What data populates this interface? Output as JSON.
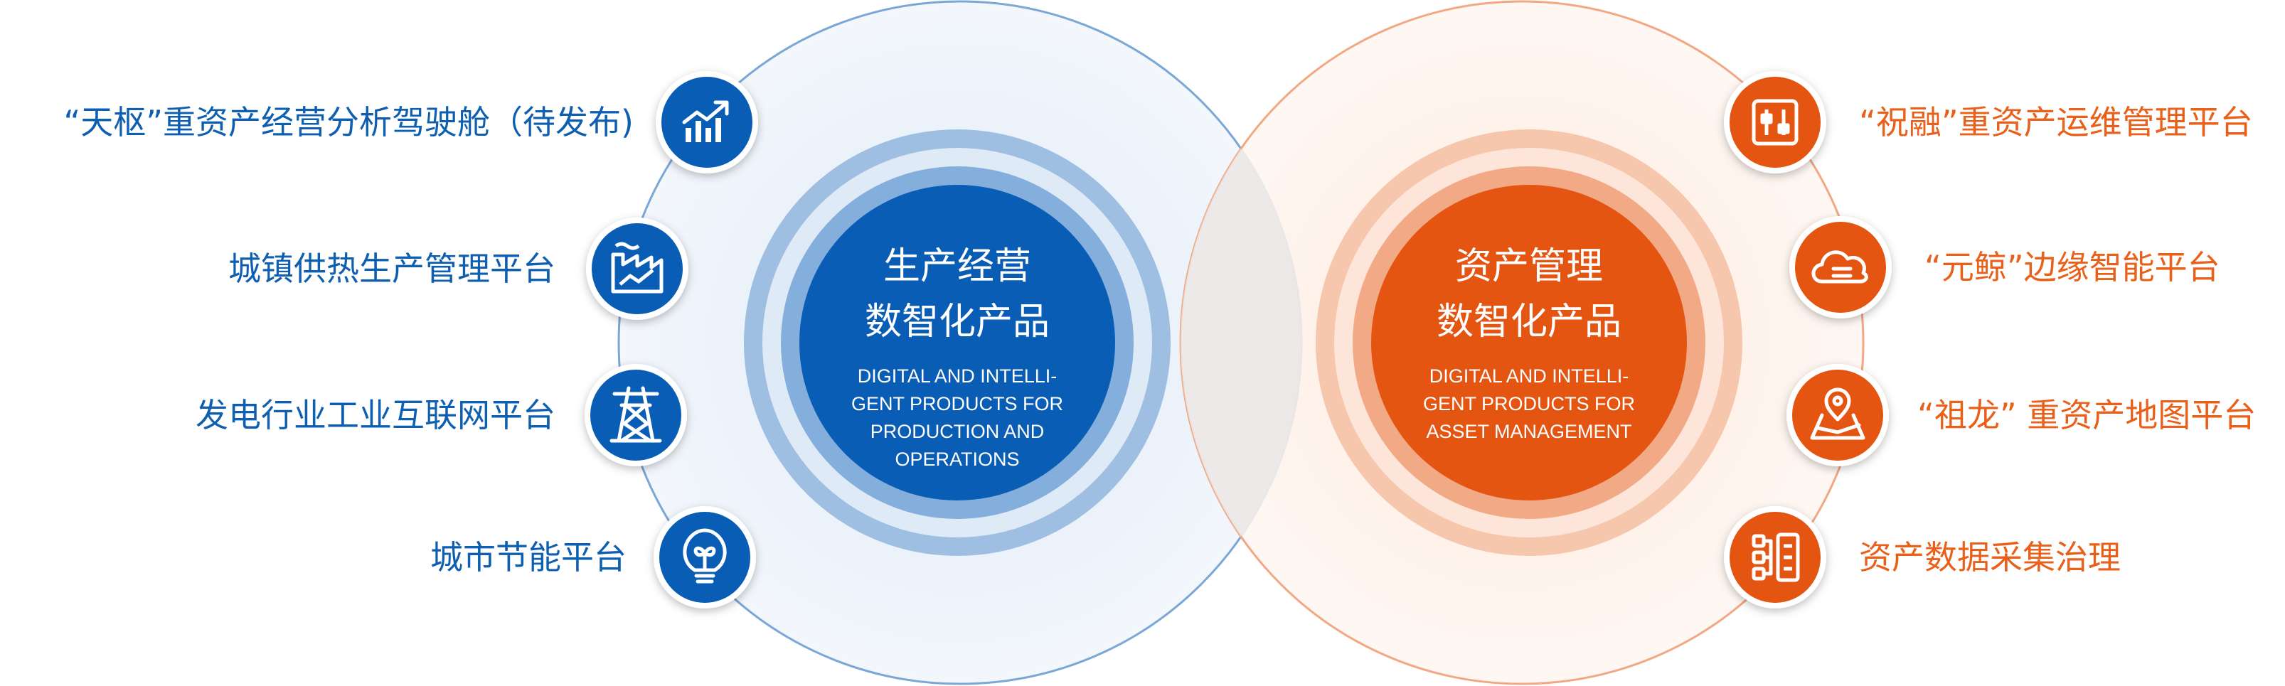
{
  "left_hub": {
    "title_line1": "生产经营",
    "title_line2": "数智化产品",
    "subtitle_line1": "DIGITAL AND INTELLI-",
    "subtitle_line2": "GENT PRODUCTS FOR",
    "subtitle_line3": "PRODUCTION AND",
    "subtitle_line4": "OPERATIONS",
    "color": "#0a5db5",
    "items": [
      {
        "label": "“天枢”重资产经营分析驾驶舱（待发布)",
        "icon": "chart-growth-icon"
      },
      {
        "label": "城镇供热生产管理平台",
        "icon": "factory-icon"
      },
      {
        "label": "发电行业工业互联网平台",
        "icon": "power-tower-icon"
      },
      {
        "label": "城市节能平台",
        "icon": "lightbulb-icon"
      }
    ]
  },
  "right_hub": {
    "title_line1": "资产管理",
    "title_line2": "数智化产品",
    "subtitle_line1": "DIGITAL AND INTELLI-",
    "subtitle_line2": "GENT PRODUCTS FOR",
    "subtitle_line3": "ASSET MANAGEMENT",
    "color": "#e55512",
    "items": [
      {
        "label": "“祝融”重资产运维管理平台",
        "icon": "control-panel-icon"
      },
      {
        "label": "“元鲸”边缘智能平台",
        "icon": "cloud-icon"
      },
      {
        "label": "“祖龙” 重资产地图平台",
        "icon": "map-pin-icon"
      },
      {
        "label": "资产数据采集治理",
        "icon": "data-list-icon"
      }
    ]
  }
}
